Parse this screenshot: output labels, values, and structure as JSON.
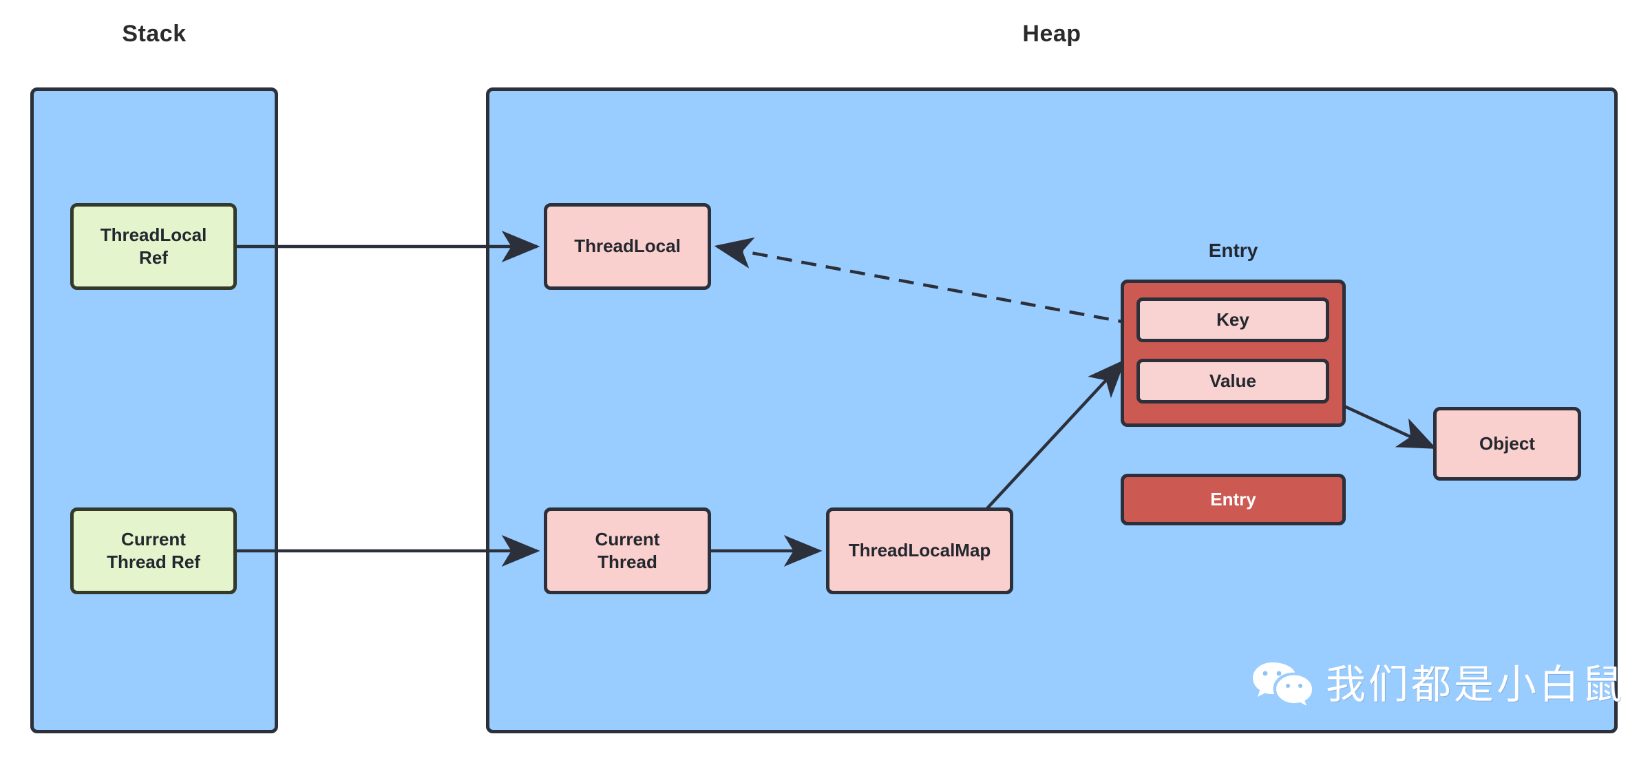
{
  "regions": [
    {
      "title": "Stack"
    },
    {
      "title": "Heap"
    }
  ],
  "stack": {
    "title": "Stack",
    "nodes": [
      {
        "id": "threadlocal-ref",
        "label": "ThreadLocal\nRef",
        "color": "#e4f5cd"
      },
      {
        "id": "current-thread-ref",
        "label": "Current\nThread Ref",
        "color": "#e4f5cd"
      }
    ]
  },
  "heap": {
    "title": "Heap",
    "nodes": [
      {
        "id": "threadlocal",
        "label": "ThreadLocal",
        "color": "#fad0ce"
      },
      {
        "id": "current-thread",
        "label": "Current\nThread",
        "color": "#fad0ce"
      },
      {
        "id": "threadlocalmap",
        "label": "ThreadLocalMap",
        "color": "#fad0ce"
      },
      {
        "id": "object",
        "label": "Object",
        "color": "#fad0ce"
      },
      {
        "id": "entry-empty",
        "label": "Entry",
        "color": "#cc5a52"
      }
    ],
    "entry_group": {
      "label": "Entry",
      "color": "#cc5a52",
      "slots": [
        {
          "id": "key",
          "label": "Key",
          "color": "#f8d3d1"
        },
        {
          "id": "value",
          "label": "Value",
          "color": "#f8d3d1"
        }
      ]
    }
  },
  "edges": [
    {
      "from": "threadlocal-ref",
      "to": "threadlocal",
      "style": "solid"
    },
    {
      "from": "current-thread-ref",
      "to": "current-thread",
      "style": "solid"
    },
    {
      "from": "current-thread",
      "to": "threadlocalmap",
      "style": "solid"
    },
    {
      "from": "threadlocalmap",
      "to": "entry-group",
      "style": "solid"
    },
    {
      "from": "key",
      "to": "threadlocal",
      "style": "dashed"
    },
    {
      "from": "value",
      "to": "object",
      "style": "solid"
    }
  ],
  "watermark": {
    "text": "我们都是小白鼠",
    "icon": "wechat-icon"
  },
  "palette": {
    "panel_fill": "#99ccff",
    "stroke": "#2b303a",
    "green_fill": "#e4f5cd",
    "pink_fill": "#fad0ce",
    "red_fill": "#cc5a52",
    "slot_fill": "#f8d3d1",
    "background": "#ffffff"
  }
}
